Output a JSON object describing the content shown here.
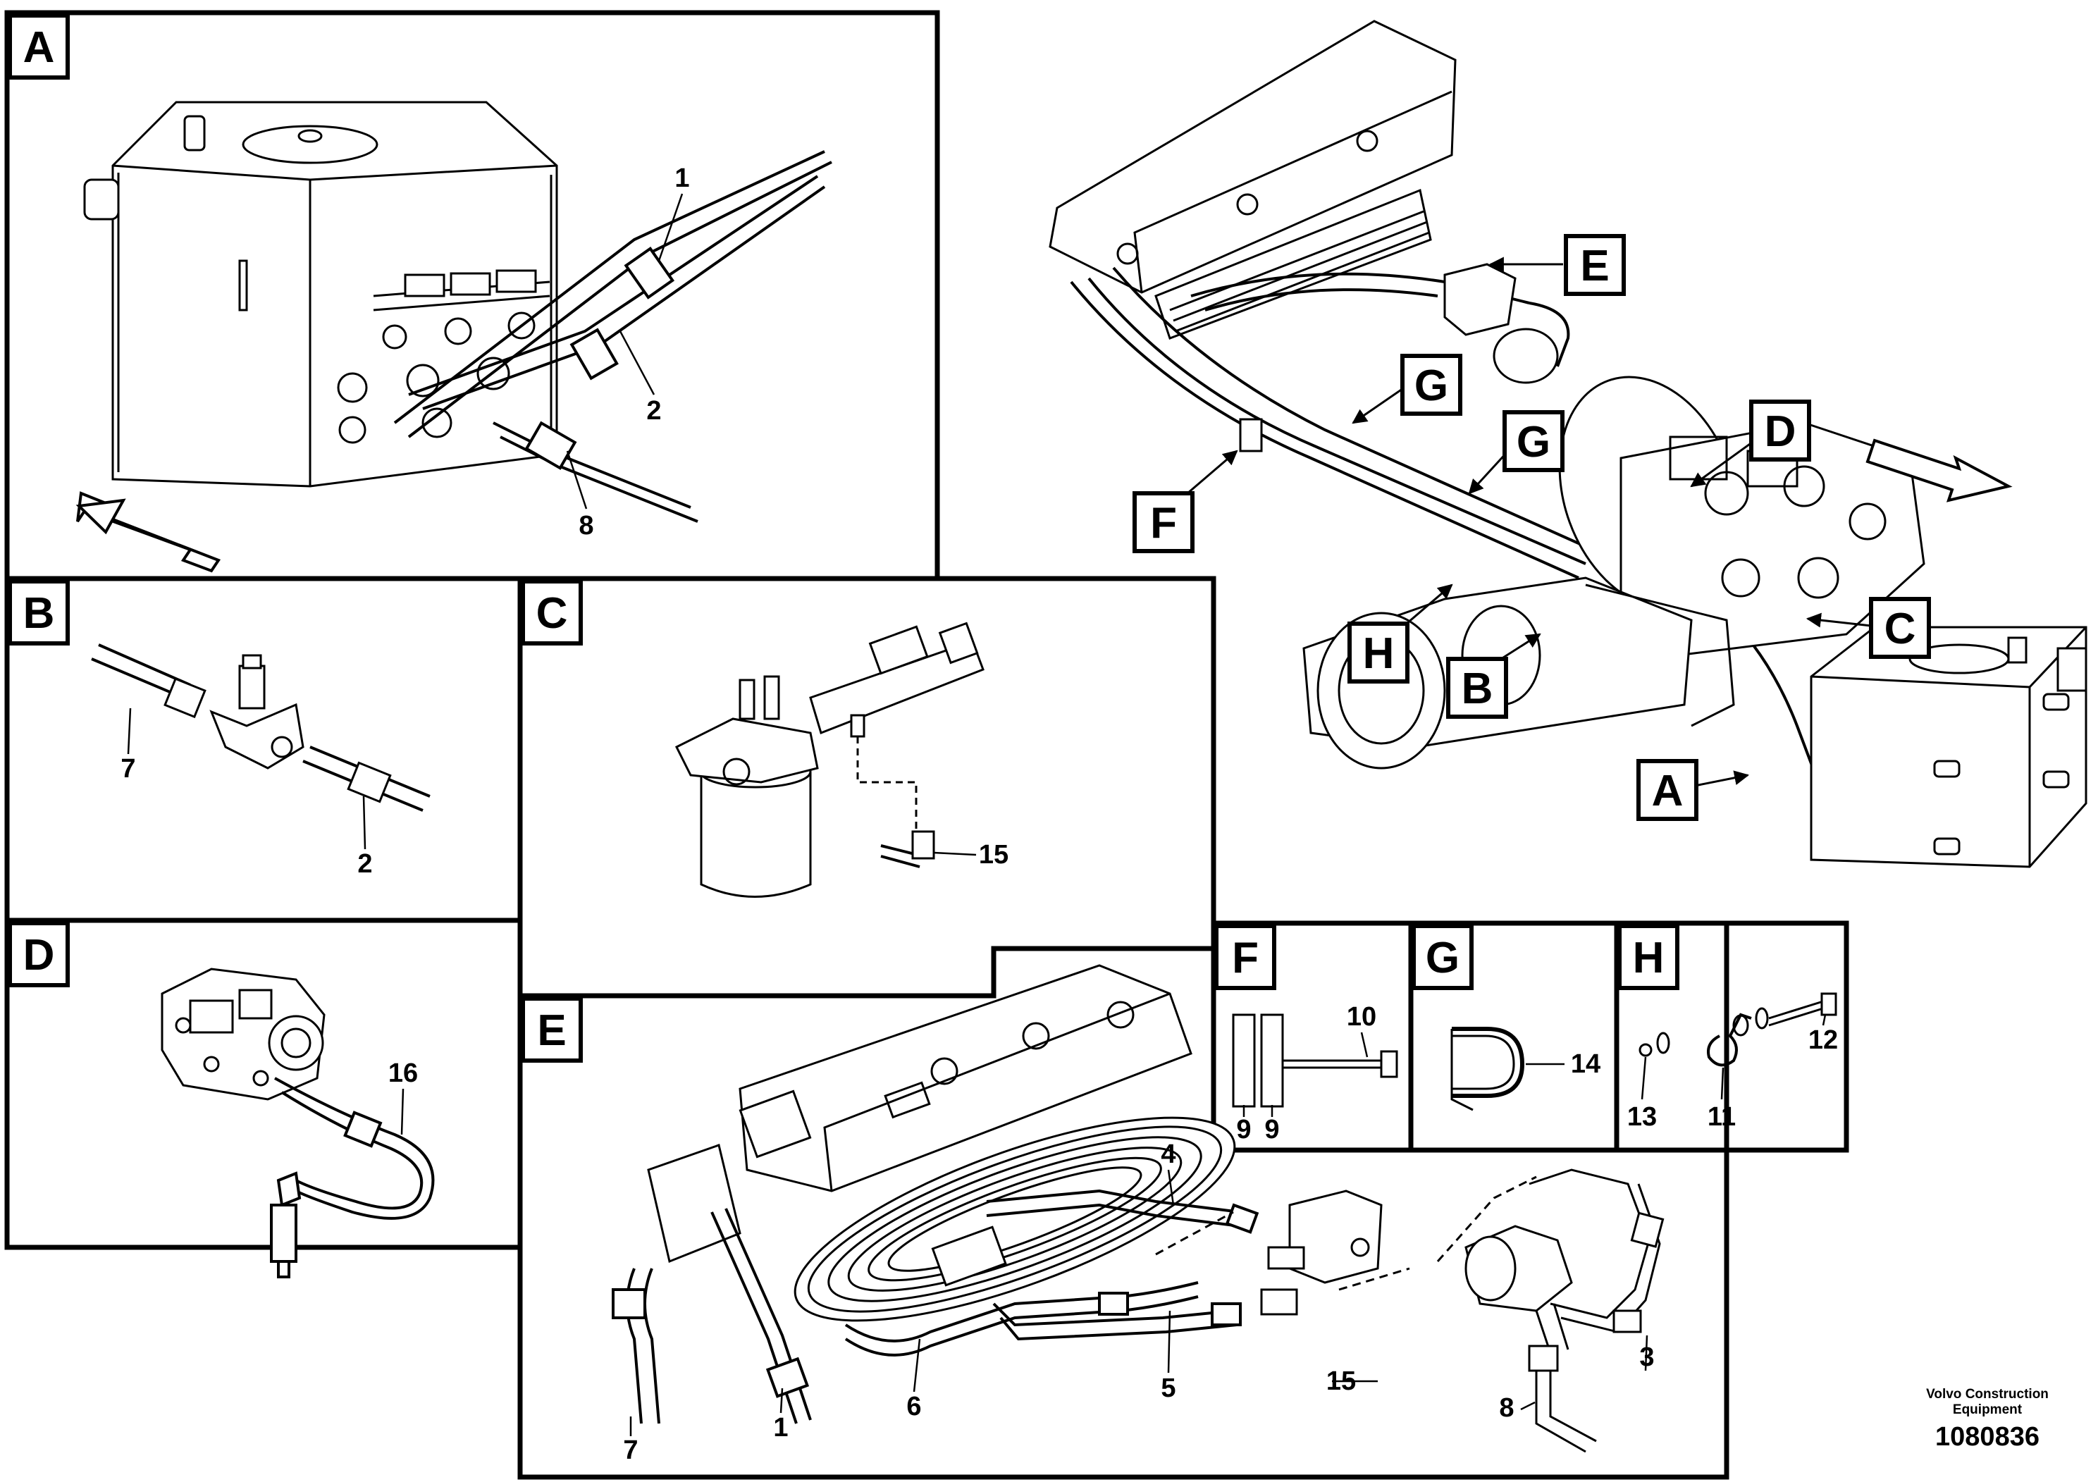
{
  "panels": {
    "A": "A",
    "B": "B",
    "C": "C",
    "D": "D",
    "E": "E",
    "F": "F",
    "G": "G",
    "H": "H"
  },
  "overview_callouts": {
    "E": "E",
    "G1": "G",
    "G2": "G",
    "D": "D",
    "F": "F",
    "C": "C",
    "H": "H",
    "B": "B",
    "A": "A"
  },
  "parts": {
    "A": [
      "1",
      "2",
      "8"
    ],
    "B": [
      "7",
      "2"
    ],
    "C": [
      "15"
    ],
    "D": [
      "16"
    ],
    "E": [
      "4",
      "3",
      "15",
      "5",
      "6",
      "1",
      "7",
      "8"
    ],
    "F": [
      "10",
      "9",
      "9"
    ],
    "G": [
      "14"
    ],
    "H": [
      "12",
      "13",
      "11"
    ]
  },
  "footer": {
    "brand_line1": "Volvo Construction",
    "brand_line2": "Equipment",
    "doc_number": "1080836"
  },
  "colors": {
    "ink": "#000000",
    "paper": "#ffffff",
    "shade": "#e6e6e6"
  }
}
